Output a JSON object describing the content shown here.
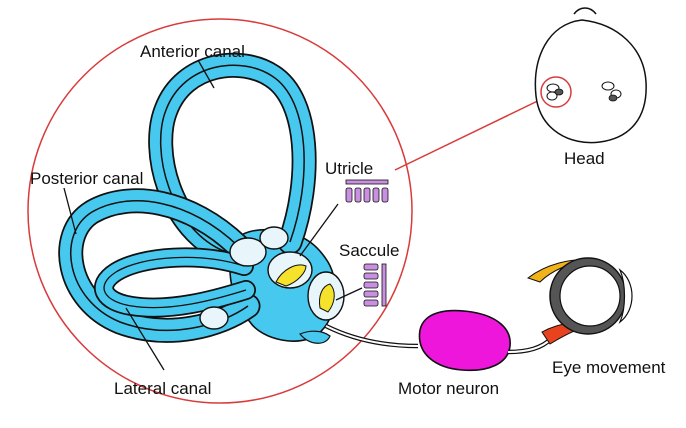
{
  "labels": {
    "anterior_canal": "Anterior canal",
    "posterior_canal": "Posterior canal",
    "lateral_canal": "Lateral canal",
    "utricle": "Utricle",
    "saccule": "Saccule",
    "head": "Head",
    "motor_neuron": "Motor neuron",
    "eye_movement": "Eye movement"
  },
  "colors": {
    "canal_fill": "#47c8ee",
    "outline": "#111111",
    "circle_stroke": "#d93a3a",
    "otolith": "#f6e22a",
    "hair_cells": "#c98fe0",
    "motor_neuron": "#ef16dc",
    "muscle_top": "#f2b21a",
    "muscle_bottom": "#e8421e",
    "eyeball": "#555555"
  }
}
